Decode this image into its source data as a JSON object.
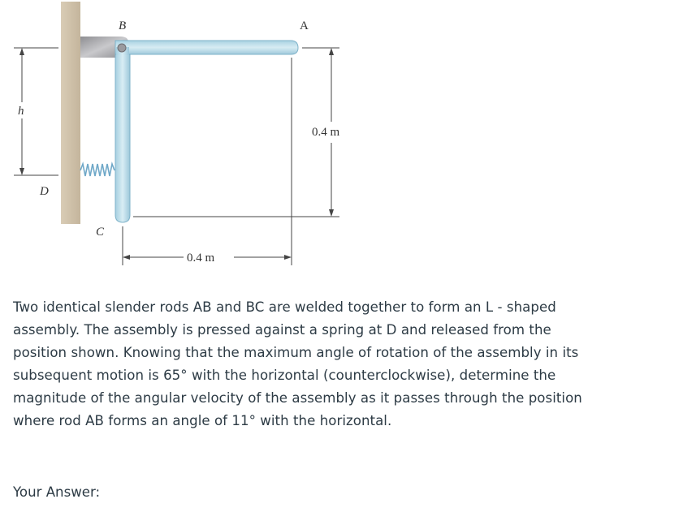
{
  "figure": {
    "labels": {
      "A": "A",
      "B": "B",
      "C": "C",
      "D": "D",
      "h": "h"
    },
    "dimensions": {
      "vertical": "0.4 m",
      "horizontal": "0.4 m"
    },
    "colors": {
      "wall": "#cdbfa8",
      "rod": "#b9dbe8",
      "rod_edge": "#7fb3c9",
      "bracket": "#a6a6aa",
      "spring": "#6fa8c8",
      "dim_line": "#444444"
    }
  },
  "question": {
    "lines": [
      "Two identical slender rods AB and BC are welded together to form an L - shaped",
      "assembly.  The assembly is pressed against a spring at D and released from the",
      "position shown.  Knowing that the maximum angle of rotation of the assembly in its",
      "subsequent motion is 65° with the horizontal (counterclockwise), determine the",
      "magnitude of the angular velocity of the assembly as it passes through the position",
      "where rod AB forms an angle of 11° with the horizontal."
    ]
  },
  "answer": {
    "label": "Your Answer:"
  }
}
